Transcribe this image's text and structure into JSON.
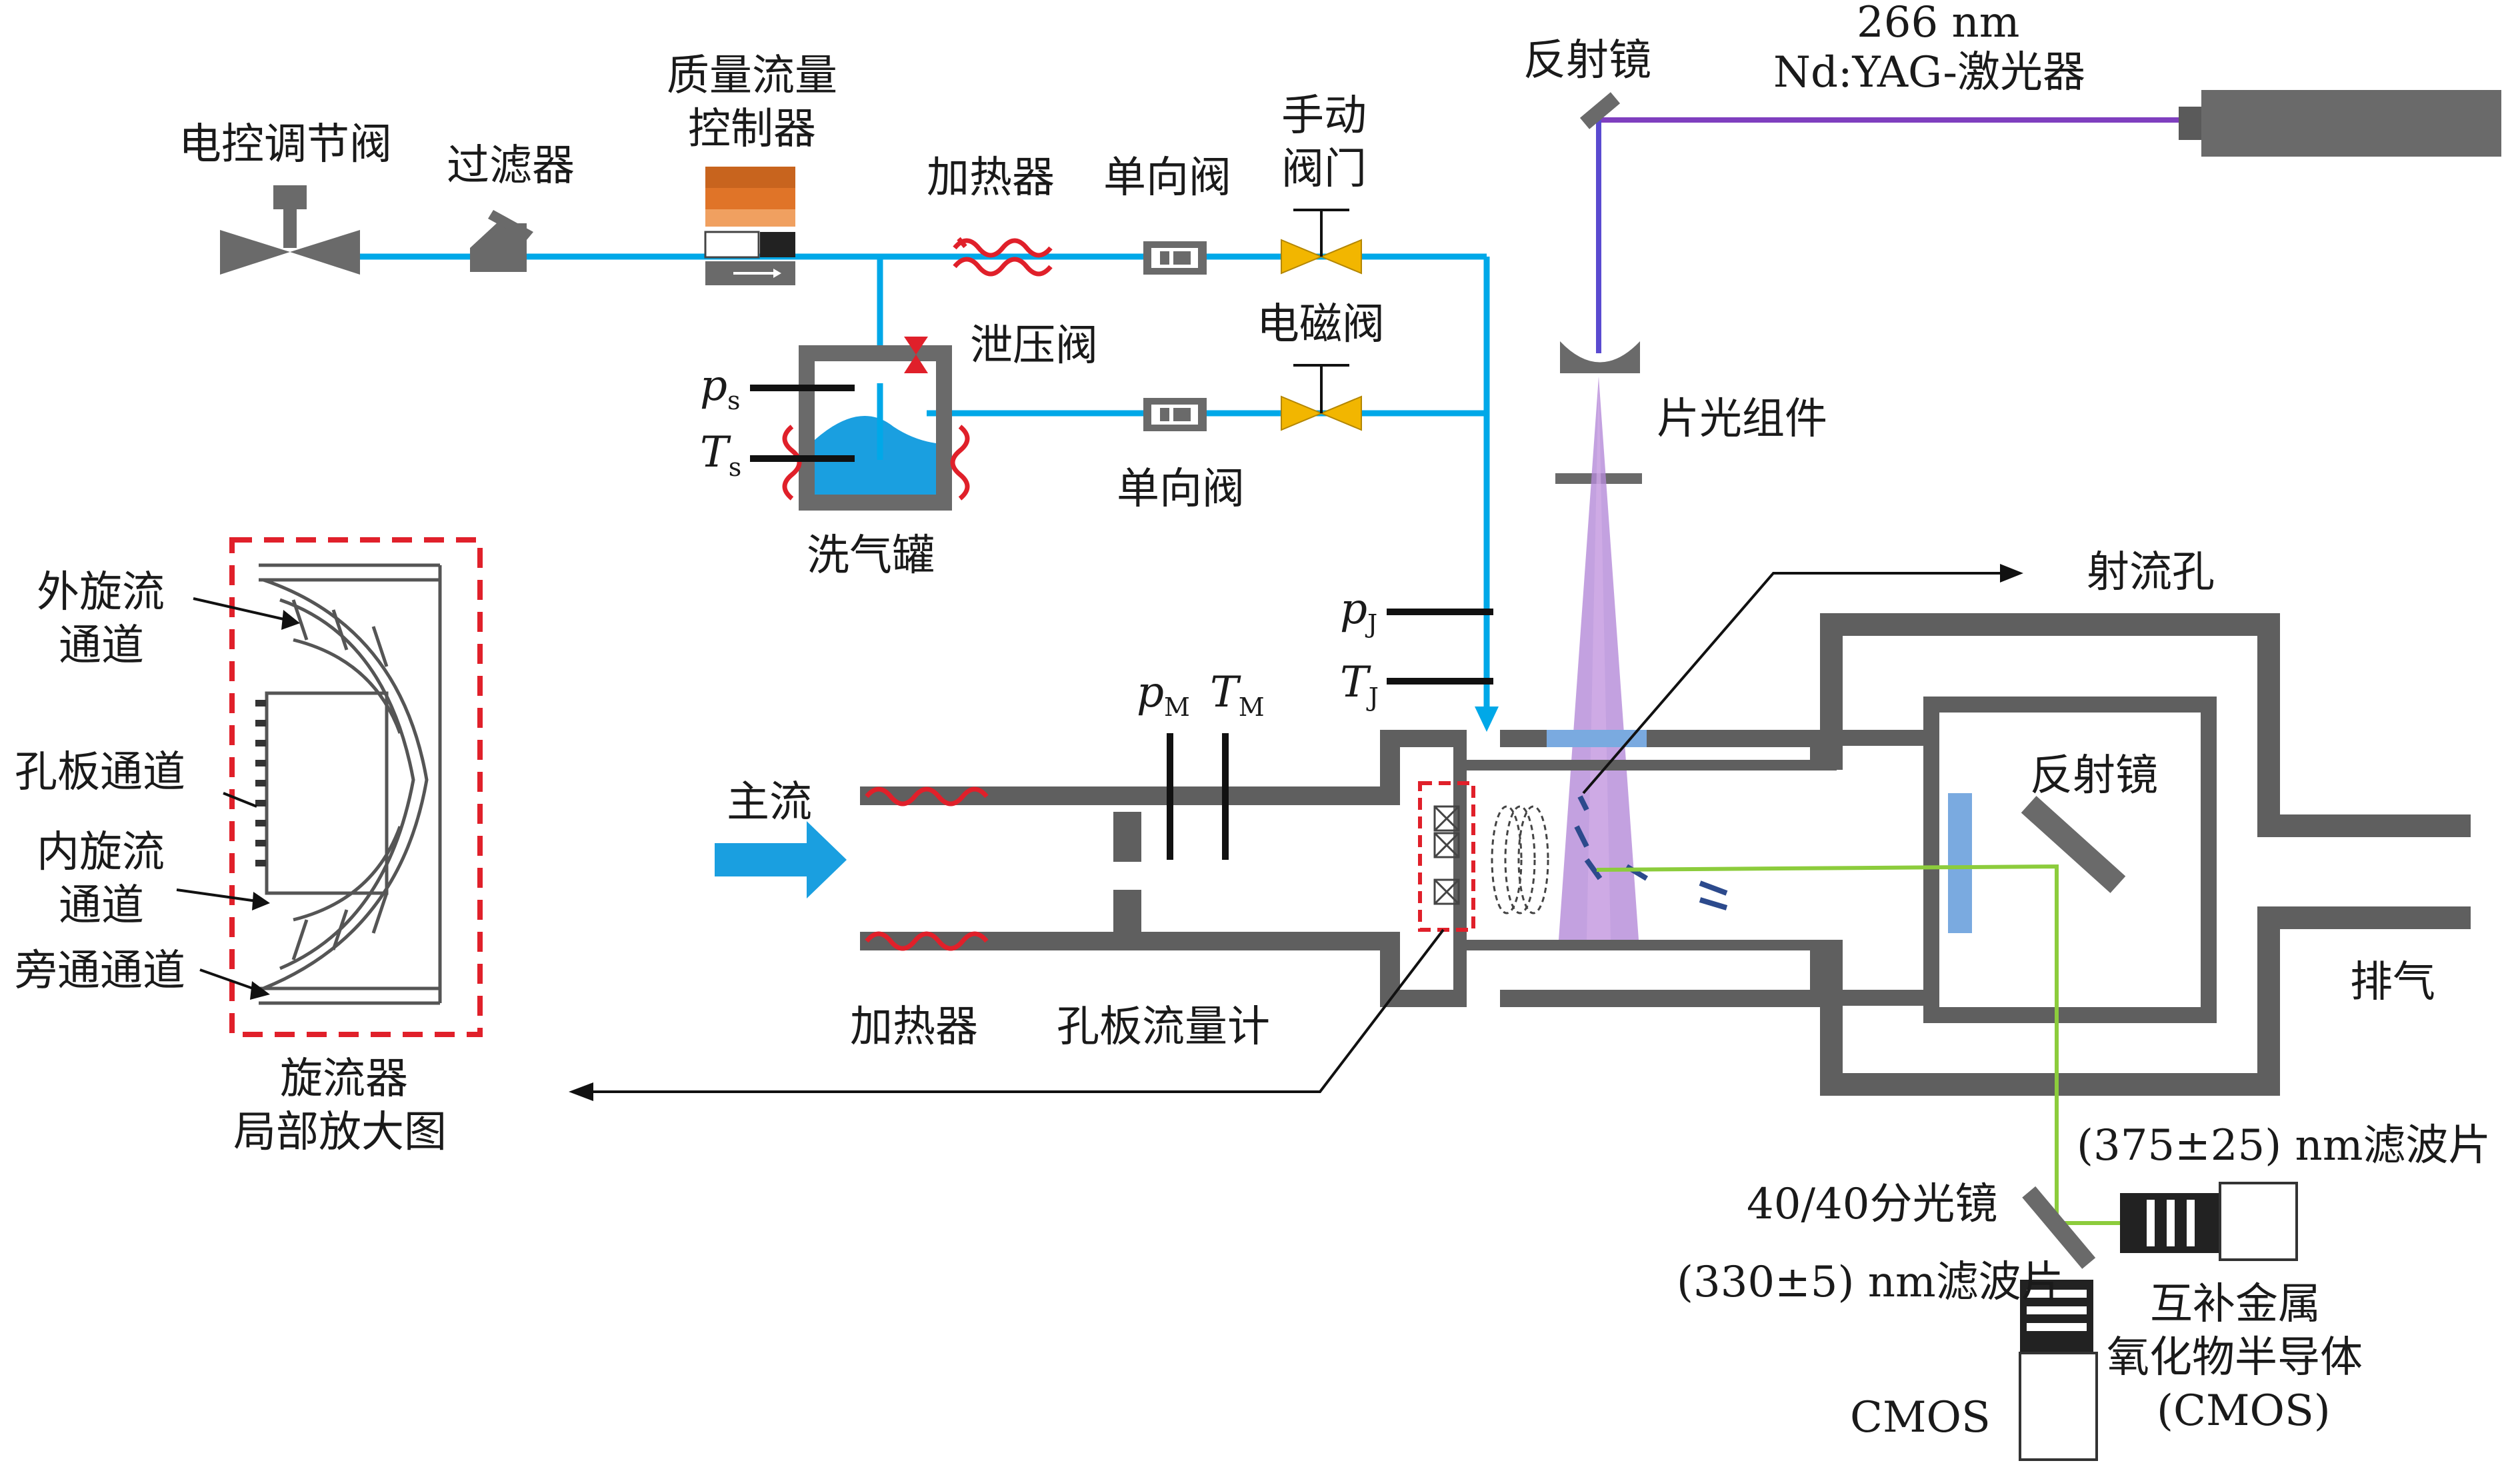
{
  "colors": {
    "wall": "#5f5f5f",
    "pipe": "#00a8e8",
    "heater": "#e0202a",
    "valve": "#f2b600",
    "laser": "#7f3fbf",
    "signal": "#8ccc3c",
    "mixer_blue": "#7aaae0",
    "insert_frame": "#e0202a"
  },
  "labels": {
    "electric_valve": "电控调节阀",
    "filter": "过滤器",
    "mfc_line1": "质量流量",
    "mfc_line2": "控制器",
    "heater_top": "加热器",
    "check_valve_top": "单向阀",
    "manual_valve_line1": "手动",
    "manual_valve_line2": "阀门",
    "relief_valve": "泄压阀",
    "solenoid_valve": "电磁阀",
    "check_valve_bottom": "单向阀",
    "bubbler": "洗气罐",
    "mirror_top": "反射镜",
    "laser_line1": "266 nm",
    "laser_line2": "Nd:YAG-激光器",
    "sheet_optics": "片光组件",
    "jet_hole": "射流孔",
    "main_flow": "主流",
    "heater_bottom": "加热器",
    "orifice_meter": "孔板流量计",
    "mirror_chamber": "反射镜",
    "exhaust": "排气",
    "filter_375": "(375±25) nm滤波片",
    "beam_splitter": "40/40分光镜",
    "filter_330": "(330±5) nm滤波片",
    "cmos_cn_line1": "互补金属",
    "cmos_cn_line2": "氧化物半导体",
    "cmos_cn_line3": "(CMOS)",
    "cmos": "CMOS",
    "outer_swirl_line1": "外旋流",
    "outer_swirl_line2": "通道",
    "orifice_channel": "孔板通道",
    "inner_swirl_line1": "内旋流",
    "inner_swirl_line2": "通道",
    "bypass_channel": "旁通通道",
    "swirler_line1": "旋流器",
    "swirler_line2": "局部放大图"
  },
  "symbols": {
    "ps": {
      "main": "p",
      "sub": "s"
    },
    "ts": {
      "main": "T",
      "sub": "s"
    },
    "pj": {
      "main": "p",
      "sub": "J"
    },
    "tj": {
      "main": "T",
      "sub": "J"
    },
    "pm": {
      "main": "p",
      "sub": "M"
    },
    "tm": {
      "main": "T",
      "sub": "M"
    }
  }
}
